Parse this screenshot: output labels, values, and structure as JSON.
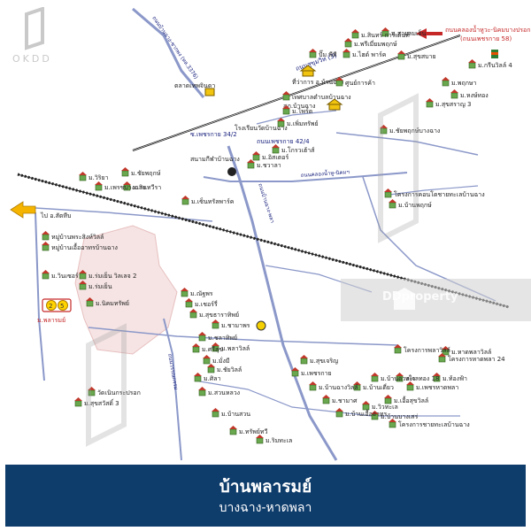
{
  "watermark": {
    "logo_text": "OKDD",
    "portal_text": "DDproperty"
  },
  "banner": {
    "title": "บ้านพลารมย์",
    "subtitle": "บางฉาง-หาดพลา"
  },
  "colors": {
    "banner_bg": "#0e3c6b",
    "road": "#8b98c9",
    "railway": "#222222",
    "arrow": "#f5b400",
    "project_marker": "#ffd400"
  },
  "map_labels": {
    "rd_sukhumvit": "ถนนสุขุมวิท (3)",
    "rd_banchang_chakphong": "ถนนบ้านฉาง-ชากพง (ทล.3376)",
    "rd_banchang_phla": "ถนนบ้านฉาง-พลา",
    "rd_wannakorn": "ถนนวรรณกรรม",
    "rd_to_klong": "ถนนคลองน้ำหู-นิคมฯ",
    "to_sattahip": "ไป อ.สัตหีบ",
    "top_red_note": "ถนนคลองน้ำหูวะ-นิคมบางปรอก",
    "top_red_note2": "(ถนนเพชรกาย 58)",
    "market": "ตลาดเทพจินดา",
    "district_office": "ที่ว่าการ อ.บ้านฉาง",
    "police": "สภ.บ้านฉาง",
    "soi_phetkasem_34": "ซ.เพชรกาย 34/2",
    "soi_phetkasem_42": "ถนนเพชรกาย 42/4",
    "stadium": "สนามกีฬาบ้านฉาง",
    "temple_school": "โรงเรียนวัดบ้านฉาง",
    "l1": "ม.สินทร์ การ์เด้นท์",
    "l2": "ม.สายลมเย็น",
    "l3": "ม.พรีเมี่ยมพฤกษ์",
    "l4": "ม.ไฮด์ พาร์ค",
    "l5": "ม.สุขสบาย",
    "l6": "ม.ไพร์ด",
    "l7": "ม.เพิ่มทรัพย์",
    "l8": "ม.โกรวเฮ้าส์",
    "l9": "ม.อิสเตอร์",
    "l10": "ม.ชวาลา",
    "l11": "ม.วิริยา",
    "l12": "ม.ชัยพฤกษ์",
    "l13": "ม.สินทวีรา",
    "l14": "ม.เพรชบางฉาง",
    "l15": "ม.เซ็นทรัลพาร์ค",
    "l16": "หมู่บ้านพระสิงห์วิลล์",
    "l17": "หมู่บ้านเอื้ออาทรบ้านฉาง",
    "l18": "ม.วินเซอร์",
    "l19": "ม.ร่มเย็น",
    "l20": "ม.ร่มเย็น วิลเลจ 2",
    "l21": "ม.นิคมทรัพย์",
    "l22": "ม.ณัฐพร",
    "l23": "ม.เชอร์รี่",
    "l24": "ม.สุขธาราทิพย์",
    "l25": "ม.ชามาพร",
    "l26": "ม.ชลาทิพย์",
    "l27": "ม.พลาวิลล์",
    "l28": "ม.สุขสวัสดิ์ 3",
    "l29": "ม.สุขเจริญ",
    "l30": "ม.เพชรกาย",
    "l31": "ม.บ้านฉางวิลล์",
    "l32": "ม.ชามาศ",
    "l33": "ม.บ้านเอื้ออาทร",
    "l34": "ม.บ้านเดี่ยว",
    "l35": "ม.บ้านดวงใจ",
    "l36": "ม.เอื้อสุขวิลล์",
    "l37": "ม.เพชรหาดพลา",
    "l38": "ม.ท้องฟ้า",
    "l39": "ม.หาดพลาวิลล์",
    "l40": "ม.สุขสราญ 3",
    "l41": "ม.หงษ์ทอง",
    "l42": "โครงการพลาวิลล์",
    "l43": "โครงการหาดพลา 24",
    "l44": "ทะเลทอง 18",
    "l45": "ม.วิวทะเล",
    "l46": "ม.บ้านบางเสร่",
    "l47": "โครงการชายทะเลบ้านฉาง",
    "l48": "ม.ชัยพฤกษ์บางฉาง",
    "l49": "วัดเนินกระปรอก",
    "l50": "ม.กรีนวิลล์ 4",
    "l51": "ม.พฤกษา",
    "l52": "ม.ศรีสุข",
    "l53": "ม.มั่งมี",
    "l54": "ม.ชัยวิลล์",
    "l55": "ม.ศิลา",
    "project": "ม.พลารมย์",
    "l56": "โครงการคอนโดชายทะเลบ้านฉาง",
    "l57": "ม.บ้านพฤกษ์",
    "l58": "เทศบาลตำบลบ้านฉาง",
    "l59": "ปั๊ม พีที",
    "l60": "ศูนย์การค้า",
    "l61": "ม.สวนหลวง",
    "l62": "ม.บ้านสวน",
    "l63": "ม.ทรัพย์ทวี",
    "l64": "ม.ริมทะเล"
  }
}
